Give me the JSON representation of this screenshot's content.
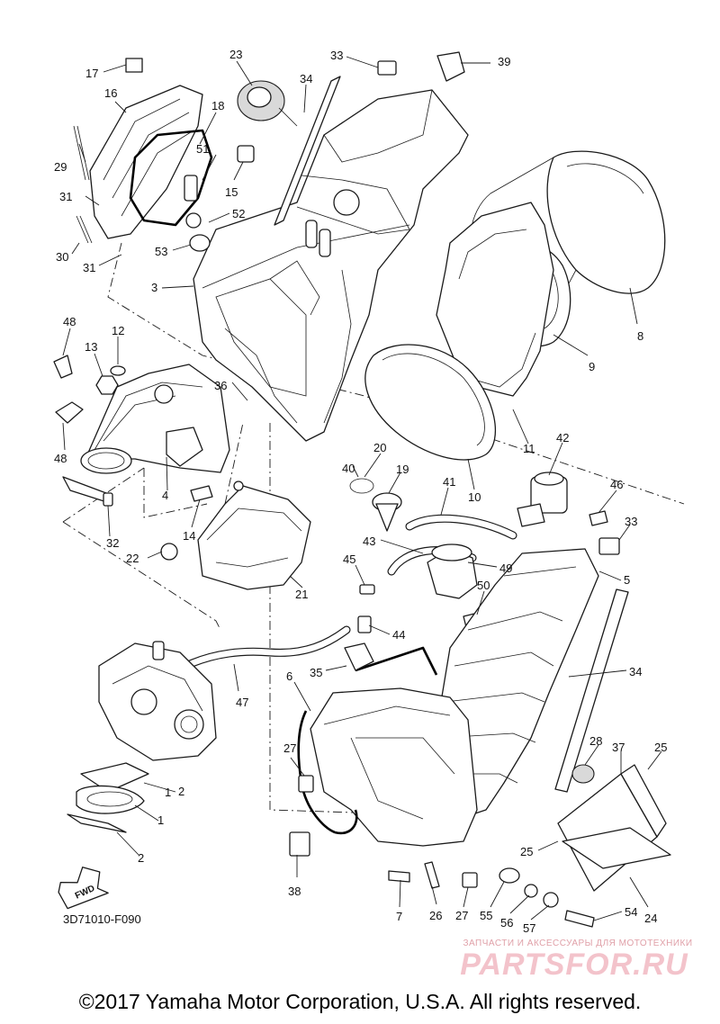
{
  "diagram": {
    "code": "3D71010-F090",
    "fwd_label": "FWD",
    "callouts": [
      "1",
      "2",
      "3",
      "4",
      "5",
      "6",
      "7",
      "8",
      "9",
      "10",
      "11",
      "12",
      "13",
      "14",
      "15",
      "16",
      "17",
      "18",
      "19",
      "20",
      "21",
      "22",
      "23",
      "24",
      "25",
      "26",
      "27",
      "28",
      "29",
      "30",
      "31",
      "32",
      "33",
      "34",
      "35",
      "36",
      "37",
      "38",
      "39",
      "40",
      "41",
      "42",
      "43",
      "44",
      "45",
      "46",
      "47",
      "48",
      "49",
      "50",
      "51",
      "52",
      "53",
      "54",
      "55",
      "56",
      "57"
    ]
  },
  "watermark": {
    "subtitle": "ЗАПЧАСТИ И АКСЕССУАРЫ ДЛЯ МОТОТЕХНИКИ",
    "logo": "PARTSFOR.RU"
  },
  "footer": {
    "copyright": "©2017 Yamaha Motor Corporation, U.S.A. All rights reserved."
  }
}
